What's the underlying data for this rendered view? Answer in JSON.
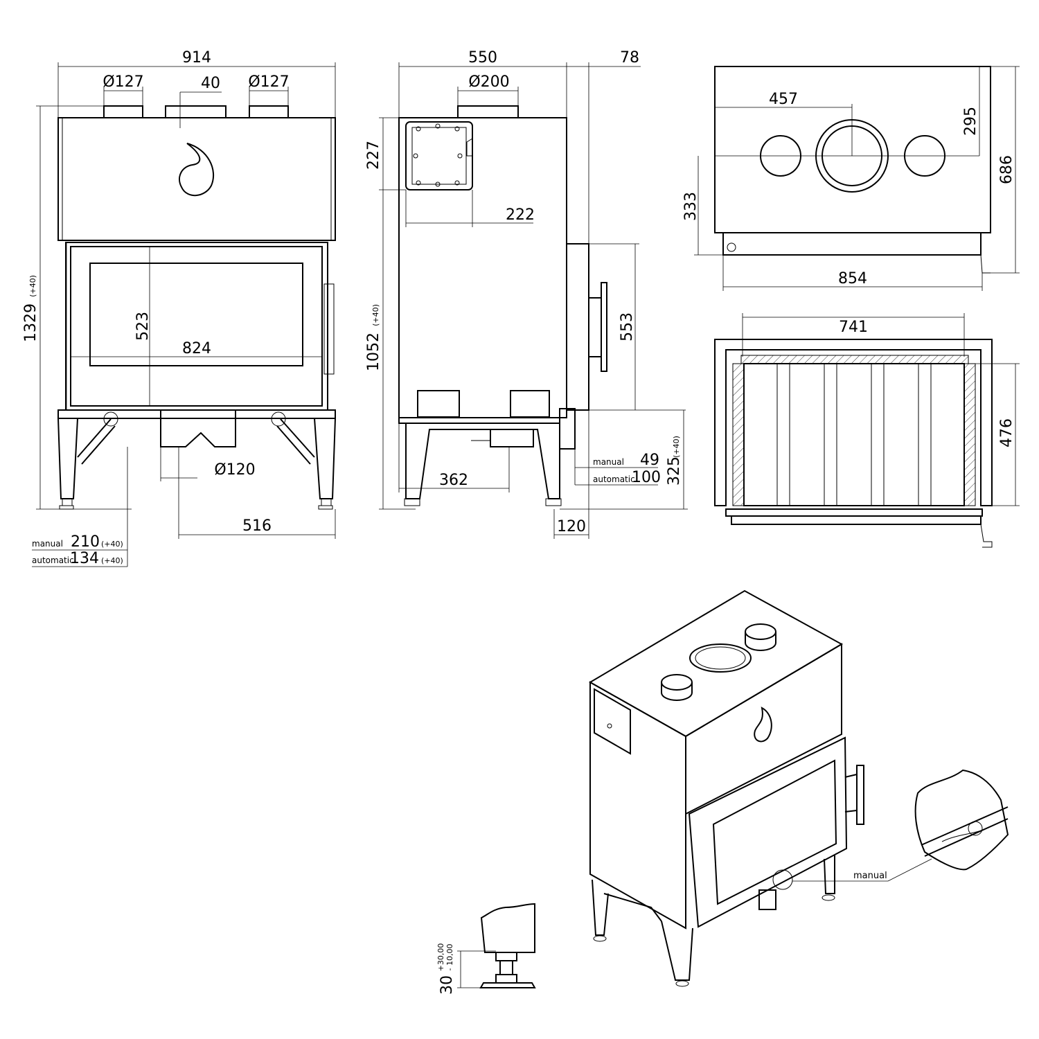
{
  "front_view": {
    "width": "914",
    "flue_left": "Ø127",
    "flue_right": "Ø127",
    "offset_40": "40",
    "height": "1329",
    "height_tol": "(+40)",
    "glass_height": "523",
    "glass_width": "824",
    "air_inlet": "Ø120",
    "air_inlet_offset": "516",
    "manual_label": "manual",
    "manual_value": "210",
    "manual_tol": "(+40)",
    "automatic_label": "automatic",
    "automatic_value": "134",
    "automatic_tol": "(+40)"
  },
  "side_view": {
    "depth": "550",
    "front_protrusion": "78",
    "flue_center": "Ø200",
    "panel_height": "227",
    "panel_width": "222",
    "body_height": "1052",
    "body_height_tol": "(+40)",
    "handle_height": "553",
    "leg_offset": "362",
    "bottom_height": "325",
    "bottom_height_tol": "(+40)",
    "manual_label": "manual",
    "manual_value": "49",
    "automatic_label": "automatic",
    "automatic_value": "100",
    "foot_offset": "120"
  },
  "top_view": {
    "center_offset": "457",
    "center_depth": "295",
    "depth": "686",
    "side_flue_depth": "333",
    "width": "854"
  },
  "section_view": {
    "inner_width": "741",
    "inner_height": "476"
  },
  "foot_detail": {
    "height": "30",
    "tol_plus": "+30,00",
    "tol_minus": "- 10,00"
  },
  "iso_view": {
    "manual_label": "manual"
  }
}
